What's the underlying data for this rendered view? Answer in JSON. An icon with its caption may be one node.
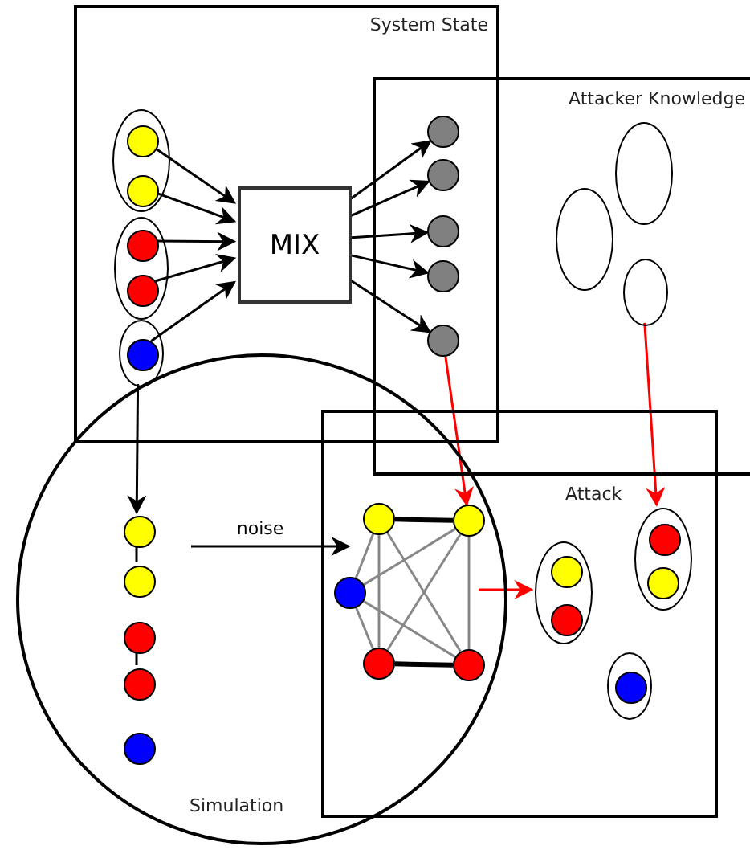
{
  "diagram": {
    "nodes": [
      {
        "text": [
          "System State"
        ]
      },
      {
        "text": [
          "Attacker Knowledge"
        ]
      },
      {
        "text": [
          "Simulation"
        ]
      },
      {
        "text": [
          "Attack"
        ]
      },
      {
        "text": [
          "MIX"
        ],
        "in": 0
      },
      {
        "text": [],
        "shape": "ellipse",
        "in": 0
      },
      {
        "text": [],
        "shape": "ellipse",
        "in": 0
      },
      {
        "text": [],
        "shape": "ellipse",
        "in": 0
      },
      {
        "text": [],
        "shape": "circle",
        "in": 5
      },
      {
        "text": [],
        "shape": "circle",
        "in": 5
      },
      {
        "text": [],
        "shape": "circle",
        "in": 6
      },
      {
        "text": [],
        "shape": "circle",
        "in": 6
      },
      {
        "text": [],
        "shape": "circle",
        "in": 7
      },
      {
        "text": [],
        "shape": "circle"
      },
      {
        "text": [],
        "shape": "circle"
      },
      {
        "text": [],
        "shape": "circle"
      },
      {
        "text": [],
        "shape": "circle"
      },
      {
        "text": [],
        "shape": "circle"
      },
      {
        "text": [],
        "shape": "ellipse",
        "in": 1
      },
      {
        "text": [],
        "shape": "ellipse",
        "in": 1
      },
      {
        "text": [],
        "shape": "ellipse",
        "in": 1
      },
      {
        "text": [],
        "shape": "circle",
        "in": 2
      },
      {
        "text": [],
        "shape": "circle",
        "in": 2
      },
      {
        "text": [],
        "shape": "circle",
        "in": 2
      },
      {
        "text": [],
        "shape": "circle",
        "in": 2
      },
      {
        "text": [],
        "shape": "circle",
        "in": 2
      },
      {
        "text": [],
        "shape": "circle"
      },
      {
        "text": [],
        "shape": "circle"
      },
      {
        "text": [],
        "shape": "circle"
      },
      {
        "text": [],
        "shape": "circle"
      },
      {
        "text": [],
        "shape": "circle"
      },
      {
        "text": [],
        "shape": "ellipse",
        "in": 3
      },
      {
        "text": [],
        "shape": "circle",
        "in": 31
      },
      {
        "text": [],
        "shape": "circle",
        "in": 31
      },
      {
        "text": [],
        "shape": "ellipse",
        "in": 3
      },
      {
        "text": [],
        "shape": "circle",
        "in": 34
      },
      {
        "text": [],
        "shape": "circle",
        "in": 34
      },
      {
        "text": [],
        "shape": "ellipse",
        "in": 3
      },
      {
        "text": [],
        "shape": "circle",
        "in": 37
      }
    ],
    "edges": [
      {
        "from": 8,
        "to": 4,
        "arrow": "to"
      },
      {
        "from": 9,
        "to": 4,
        "arrow": "to"
      },
      {
        "from": 10,
        "to": 4,
        "arrow": "to"
      },
      {
        "from": 11,
        "to": 4,
        "arrow": "to"
      },
      {
        "from": 12,
        "to": 4,
        "arrow": "to"
      },
      {
        "from": 4,
        "to": 13,
        "arrow": "to"
      },
      {
        "from": 4,
        "to": 14,
        "arrow": "to"
      },
      {
        "from": 4,
        "to": 15,
        "arrow": "to"
      },
      {
        "from": 4,
        "to": 16,
        "arrow": "to"
      },
      {
        "from": 4,
        "to": 17,
        "arrow": "to"
      },
      {
        "from": 7,
        "to": 21,
        "arrow": "to"
      },
      {
        "from": 21,
        "to": 22,
        "arrow": "none"
      },
      {
        "from": 23,
        "to": 24,
        "arrow": "none"
      },
      {
        "from": null,
        "to": 3,
        "arrow": "to",
        "label": "noise"
      },
      {
        "from": 17,
        "to": 27,
        "arrow": "to",
        "color": "#ff0000"
      },
      {
        "from": 20,
        "to": 34,
        "arrow": "to",
        "color": "#ff0000"
      },
      {
        "from": null,
        "to": 31,
        "arrow": "to",
        "color": "#ff0000"
      },
      {
        "from": 26,
        "to": 27,
        "arrow": "none",
        "style": "thick"
      },
      {
        "from": 29,
        "to": 30,
        "arrow": "none",
        "style": "thick"
      },
      {
        "from": 26,
        "to": 28,
        "arrow": "none",
        "color": "#888888"
      },
      {
        "from": 26,
        "to": 29,
        "arrow": "none",
        "color": "#888888"
      },
      {
        "from": 26,
        "to": 30,
        "arrow": "none",
        "color": "#888888"
      },
      {
        "from": 27,
        "to": 28,
        "arrow": "none",
        "color": "#888888"
      },
      {
        "from": 27,
        "to": 29,
        "arrow": "none",
        "color": "#888888"
      },
      {
        "from": 27,
        "to": 30,
        "arrow": "none",
        "color": "#888888"
      },
      {
        "from": 28,
        "to": 29,
        "arrow": "none",
        "color": "#888888"
      },
      {
        "from": 28,
        "to": 30,
        "arrow": "none",
        "color": "#888888"
      }
    ]
  }
}
